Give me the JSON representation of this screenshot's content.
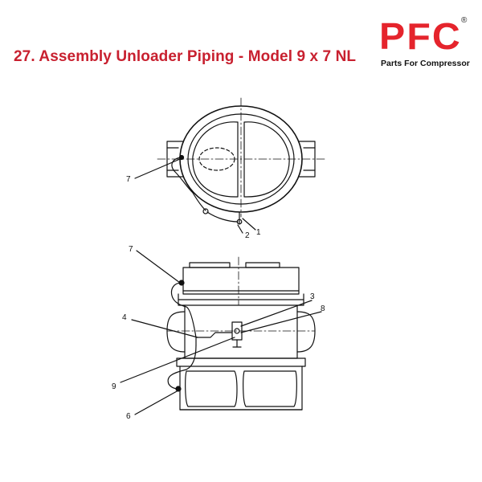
{
  "header": {
    "title": "27. Assembly Unloader Piping - Model 9 x 7 NL"
  },
  "logo": {
    "letters": "PFC",
    "registered_mark": "®",
    "tagline": "Parts For Compressor",
    "color": "#e5242c"
  },
  "title_color": "#c8202f",
  "diagram": {
    "top_view_callouts": [
      "7",
      "2",
      "1"
    ],
    "side_view_callouts": [
      "7",
      "3",
      "8",
      "4",
      "9",
      "6"
    ]
  }
}
